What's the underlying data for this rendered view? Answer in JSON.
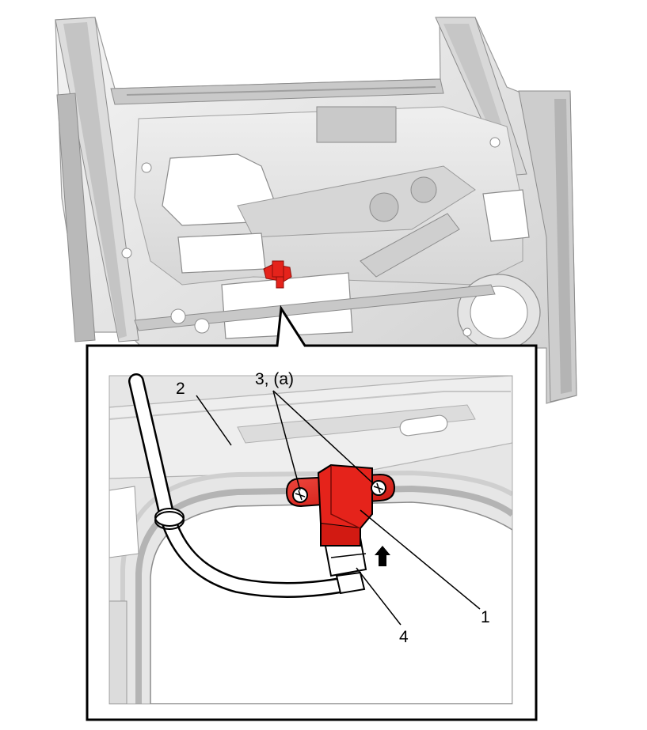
{
  "callouts": {
    "sensor": "1",
    "door_panel": "2",
    "bolts": "3, (a)",
    "connector": "4"
  },
  "colors": {
    "highlight": "#e5231b",
    "highlight_dark": "#a8120c",
    "outline": "#000000",
    "metal_light": "#eeeeee",
    "metal_mid": "#d2d2d2",
    "metal_dark": "#a6a6a6"
  },
  "icons": {
    "direction_arrow": "arrow-up-icon"
  }
}
